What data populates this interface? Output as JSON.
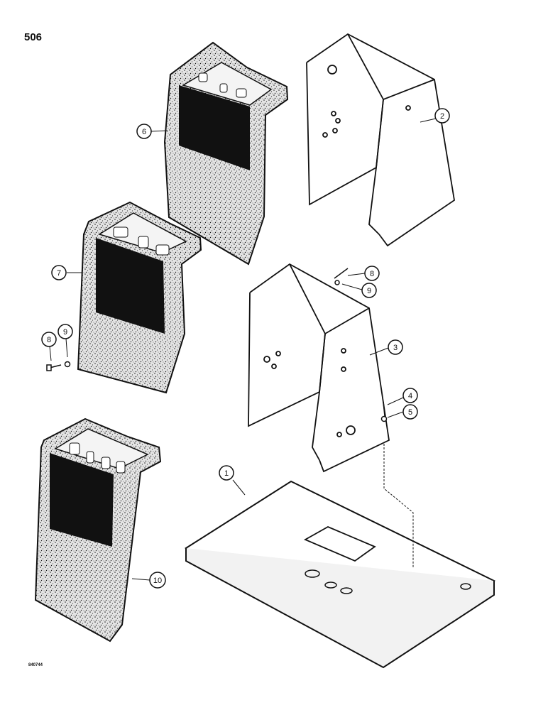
{
  "page": {
    "number": "506",
    "drawing_id": "840744"
  },
  "callouts": [
    {
      "id": "c1",
      "label": "1"
    },
    {
      "id": "c2",
      "label": "2"
    },
    {
      "id": "c3",
      "label": "3"
    },
    {
      "id": "c4",
      "label": "4"
    },
    {
      "id": "c5",
      "label": "5"
    },
    {
      "id": "c6",
      "label": "6"
    },
    {
      "id": "c7",
      "label": "7"
    },
    {
      "id": "c8a",
      "label": "8"
    },
    {
      "id": "c9a",
      "label": "9"
    },
    {
      "id": "c8b",
      "label": "8"
    },
    {
      "id": "c9b",
      "label": "9"
    },
    {
      "id": "c10",
      "label": "10"
    }
  ]
}
